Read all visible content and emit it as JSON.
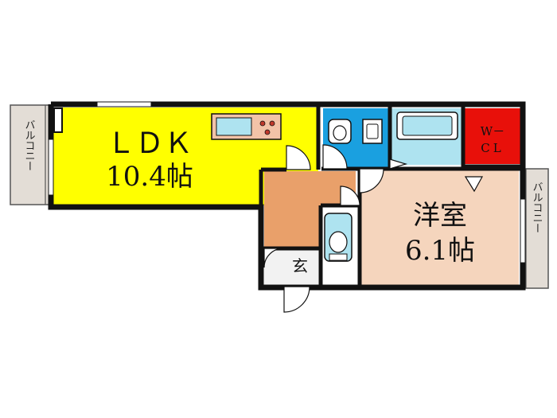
{
  "colors": {
    "ldk": "#ffff00",
    "bedroom": "#f5d5bd",
    "hall": "#e9a06a",
    "bath": "#aee3f0",
    "toilet_room": "#1aa0e0",
    "wcl": "#e8100a",
    "balcony": "#e3ddd6",
    "kitchen_counter": "#f2c3a8",
    "genkan": "#f2f2f2",
    "wall": "#111111"
  },
  "rooms": {
    "ldk": {
      "name": "ＬＤＫ",
      "size": "10.4帖"
    },
    "bedroom": {
      "name": "洋室",
      "size": "6.1帖"
    },
    "wcl": {
      "line1": "W－",
      "line2": "CL"
    },
    "genkan": {
      "label": "玄"
    },
    "balcony_left": {
      "label": "バルコニー"
    },
    "balcony_right": {
      "label": "バルコニー"
    }
  }
}
